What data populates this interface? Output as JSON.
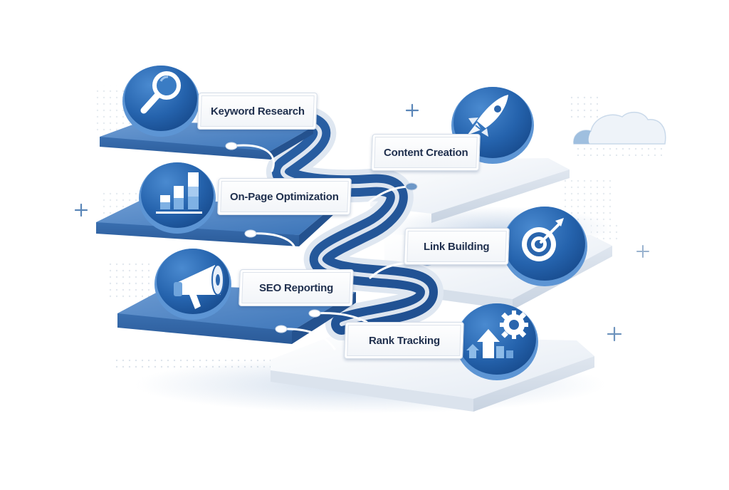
{
  "diagram": {
    "type": "isometric-process-flow",
    "topic": "SEO workflow",
    "colors": {
      "primary_blue": "#2f6db5",
      "dark_blue": "#1d4f94",
      "light_blue": "#7fa8d6",
      "platform_white": "#eef2f7",
      "text_dark": "#1f2f4d",
      "background": "#ffffff"
    },
    "steps": [
      {
        "id": "keyword-research",
        "label": "Keyword Research",
        "icon": "magnifying-glass-icon",
        "platform": "blue"
      },
      {
        "id": "content-creation",
        "label": "Content Creation",
        "icon": "rocket-icon",
        "platform": "white"
      },
      {
        "id": "on-page-optimization",
        "label": "On-Page Optimization",
        "icon": "bar-chart-icon",
        "platform": "blue"
      },
      {
        "id": "link-building",
        "label": "Link Building",
        "icon": "target-arrow-icon",
        "platform": "white"
      },
      {
        "id": "seo-reporting",
        "label": "SEO Reporting",
        "icon": "megaphone-icon",
        "platform": "blue"
      },
      {
        "id": "rank-tracking",
        "label": "Rank Tracking",
        "icon": "growth-gear-icon",
        "platform": "white"
      }
    ],
    "decorations": [
      "cloud-icon",
      "plus-icon",
      "plus-icon",
      "plus-icon",
      "plus-icon",
      "dot-grid"
    ]
  }
}
